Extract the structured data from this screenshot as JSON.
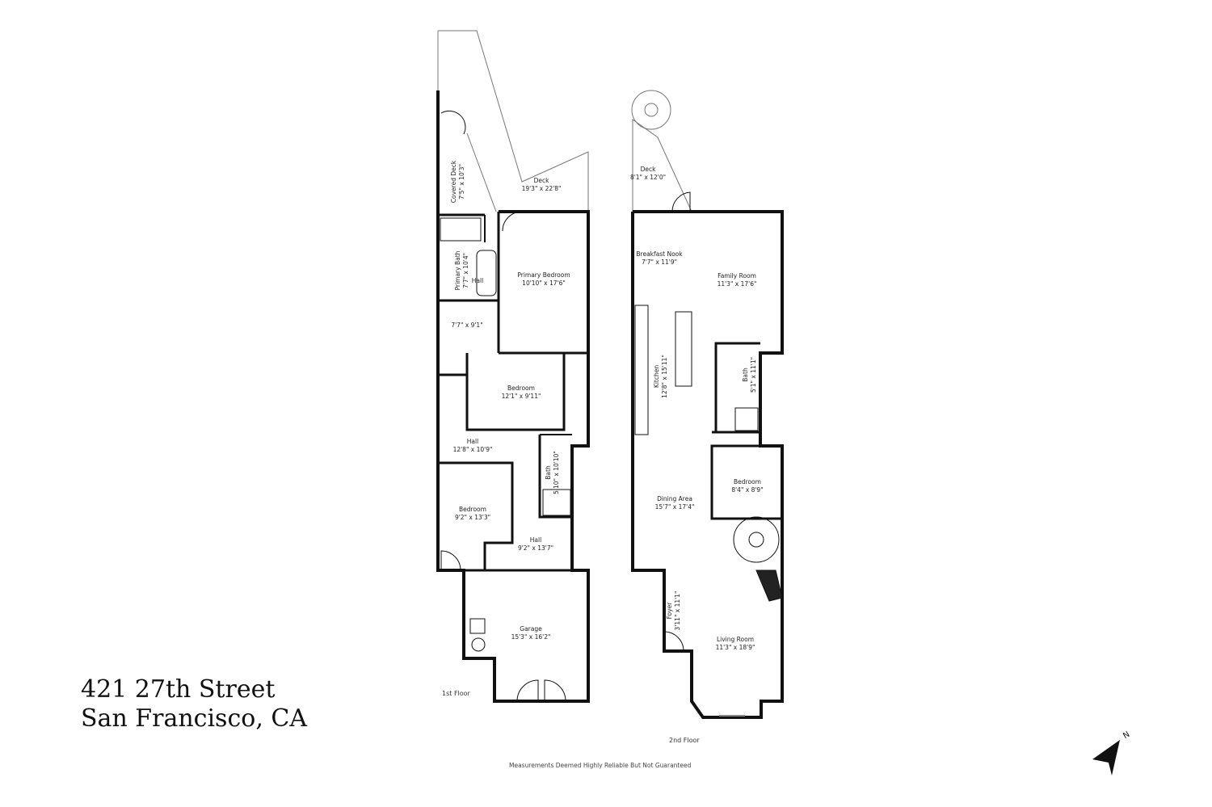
{
  "address": {
    "line1": "421 27th Street",
    "line2": "San Francisco, CA"
  },
  "disclaimer": "Measurements Deemed Highly Reliable But Not Guaranteed",
  "compass": {
    "label": "N"
  },
  "floors": [
    {
      "label": "1st Floor",
      "rooms": [
        {
          "name": "Covered Deck",
          "dims": "7'5\" x 10'3\""
        },
        {
          "name": "Deck",
          "dims": "19'3\" x 22'8\""
        },
        {
          "name": "Primary Bath",
          "dims": "7'7\" x 10'4\""
        },
        {
          "name": "Hall",
          "dims": ""
        },
        {
          "name": "Primary Bedroom",
          "dims": "10'10\" x 17'6\""
        },
        {
          "name": "",
          "dims": "7'7\" x 9'1\""
        },
        {
          "name": "Bedroom",
          "dims": "12'1\" x 9'11\""
        },
        {
          "name": "Hall",
          "dims": "12'8\" x 10'9\""
        },
        {
          "name": "Bath",
          "dims": "5'10\" x 10'10\""
        },
        {
          "name": "Bedroom",
          "dims": "9'2\" x 13'3\""
        },
        {
          "name": "Hall",
          "dims": "9'2\" x 13'7\""
        },
        {
          "name": "Garage",
          "dims": "15'3\" x 16'2\""
        }
      ]
    },
    {
      "label": "2nd Floor",
      "rooms": [
        {
          "name": "Deck",
          "dims": "8'1\" x 12'0\""
        },
        {
          "name": "Breakfast Nook",
          "dims": "7'7\" x 11'9\""
        },
        {
          "name": "Family Room",
          "dims": "11'3\" x 17'6\""
        },
        {
          "name": "Kitchen",
          "dims": "12'8\" x 15'11\""
        },
        {
          "name": "Bath",
          "dims": "5'1\" x 11'1\""
        },
        {
          "name": "Bedroom",
          "dims": "8'4\" x 8'9\""
        },
        {
          "name": "Dining Area",
          "dims": "15'7\" x 17'4\""
        },
        {
          "name": "Foyer",
          "dims": "3'11\" x 11'1\""
        },
        {
          "name": "Living Room",
          "dims": "11'3\" x 18'9\""
        }
      ]
    }
  ]
}
